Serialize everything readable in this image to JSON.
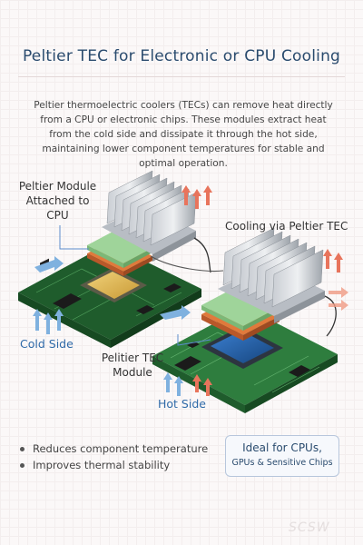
{
  "title": "Peltier TEC for Electronic or CPU Cooling",
  "intro": "Peltier thermoelectric coolers (TECs) can remove heat directly from a CPU or electronic chips. These modules extract heat from the cold side and dissipate it through the hot side, maintaining lower component temperatures for stable and optimal operation.",
  "labels": {
    "module_line1": "Peltier Module",
    "module_line2": "Attached to",
    "module_line3": "CPU",
    "cooling": "Cooling via Peltier TEC",
    "cold_side": "Cold Side",
    "tec_line1": "Pelitier TEC",
    "tec_line2": "Module",
    "hot_side": "Hot Side"
  },
  "bullets": [
    "Reduces component temperature",
    "Improves thermal stability"
  ],
  "callout": {
    "line1": "Ideal for CPUs,",
    "line2": "GPUs & Sensitive Chips"
  },
  "watermark": "SCSW",
  "colors": {
    "title": "#2a4b6e",
    "board": "#2e7d3e",
    "cold_arrow": "#5b9bd5",
    "hot_arrow": "#e8745c",
    "tec_cold": "#9fd49a",
    "tec_hot": "#e07a3c"
  }
}
